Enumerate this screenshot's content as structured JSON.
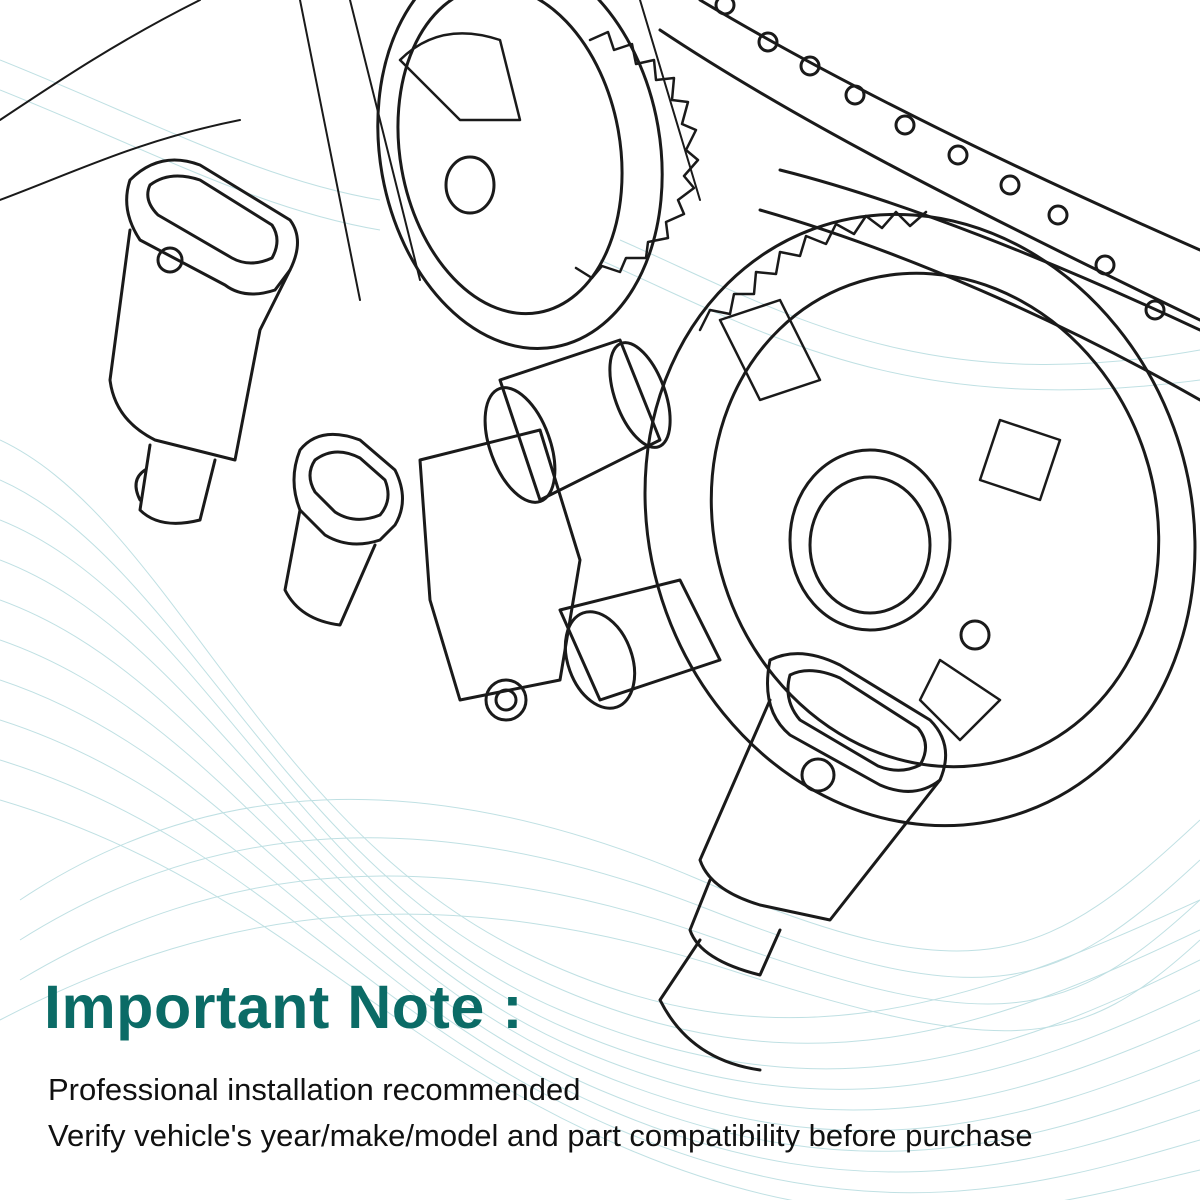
{
  "note": {
    "title": "Important Note :",
    "lines": [
      "Professional installation recommended",
      "Verify vehicle's year/make/model and part compatibility before purchase"
    ]
  },
  "colors": {
    "title": "#0b6b66",
    "body_text": "#111111",
    "wave_lines": "#b9dde0",
    "sketch_lines": "#1a1a1a",
    "background": "#ffffff"
  }
}
